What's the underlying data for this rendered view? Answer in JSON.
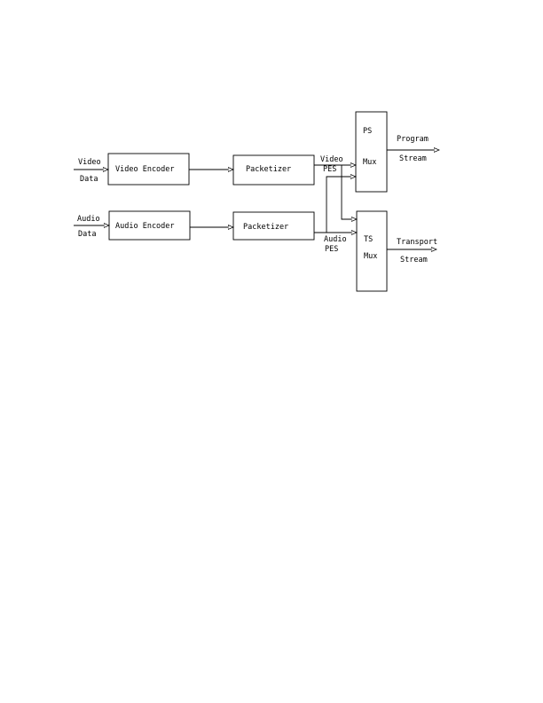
{
  "diagram": {
    "inputs": {
      "video_line1": "Video",
      "video_line2": "Data",
      "audio_line1": "Audio",
      "audio_line2": "Data"
    },
    "blocks": {
      "video_encoder": "Video Encoder",
      "audio_encoder": "Audio Encoder",
      "video_packetizer": "Packetizer",
      "audio_packetizer": "Packetizer",
      "ps_mux_line1": "PS",
      "ps_mux_line2": "Mux",
      "ts_mux_line1": "TS",
      "ts_mux_line2": "Mux"
    },
    "signals": {
      "video_pes_line1": "Video",
      "video_pes_line2": "PES",
      "audio_pes_line1": "Audio",
      "audio_pes_line2": "PES"
    },
    "outputs": {
      "program_line1": "Program",
      "program_line2": "Stream",
      "transport_line1": "Transport",
      "transport_line2": "Stream"
    }
  }
}
